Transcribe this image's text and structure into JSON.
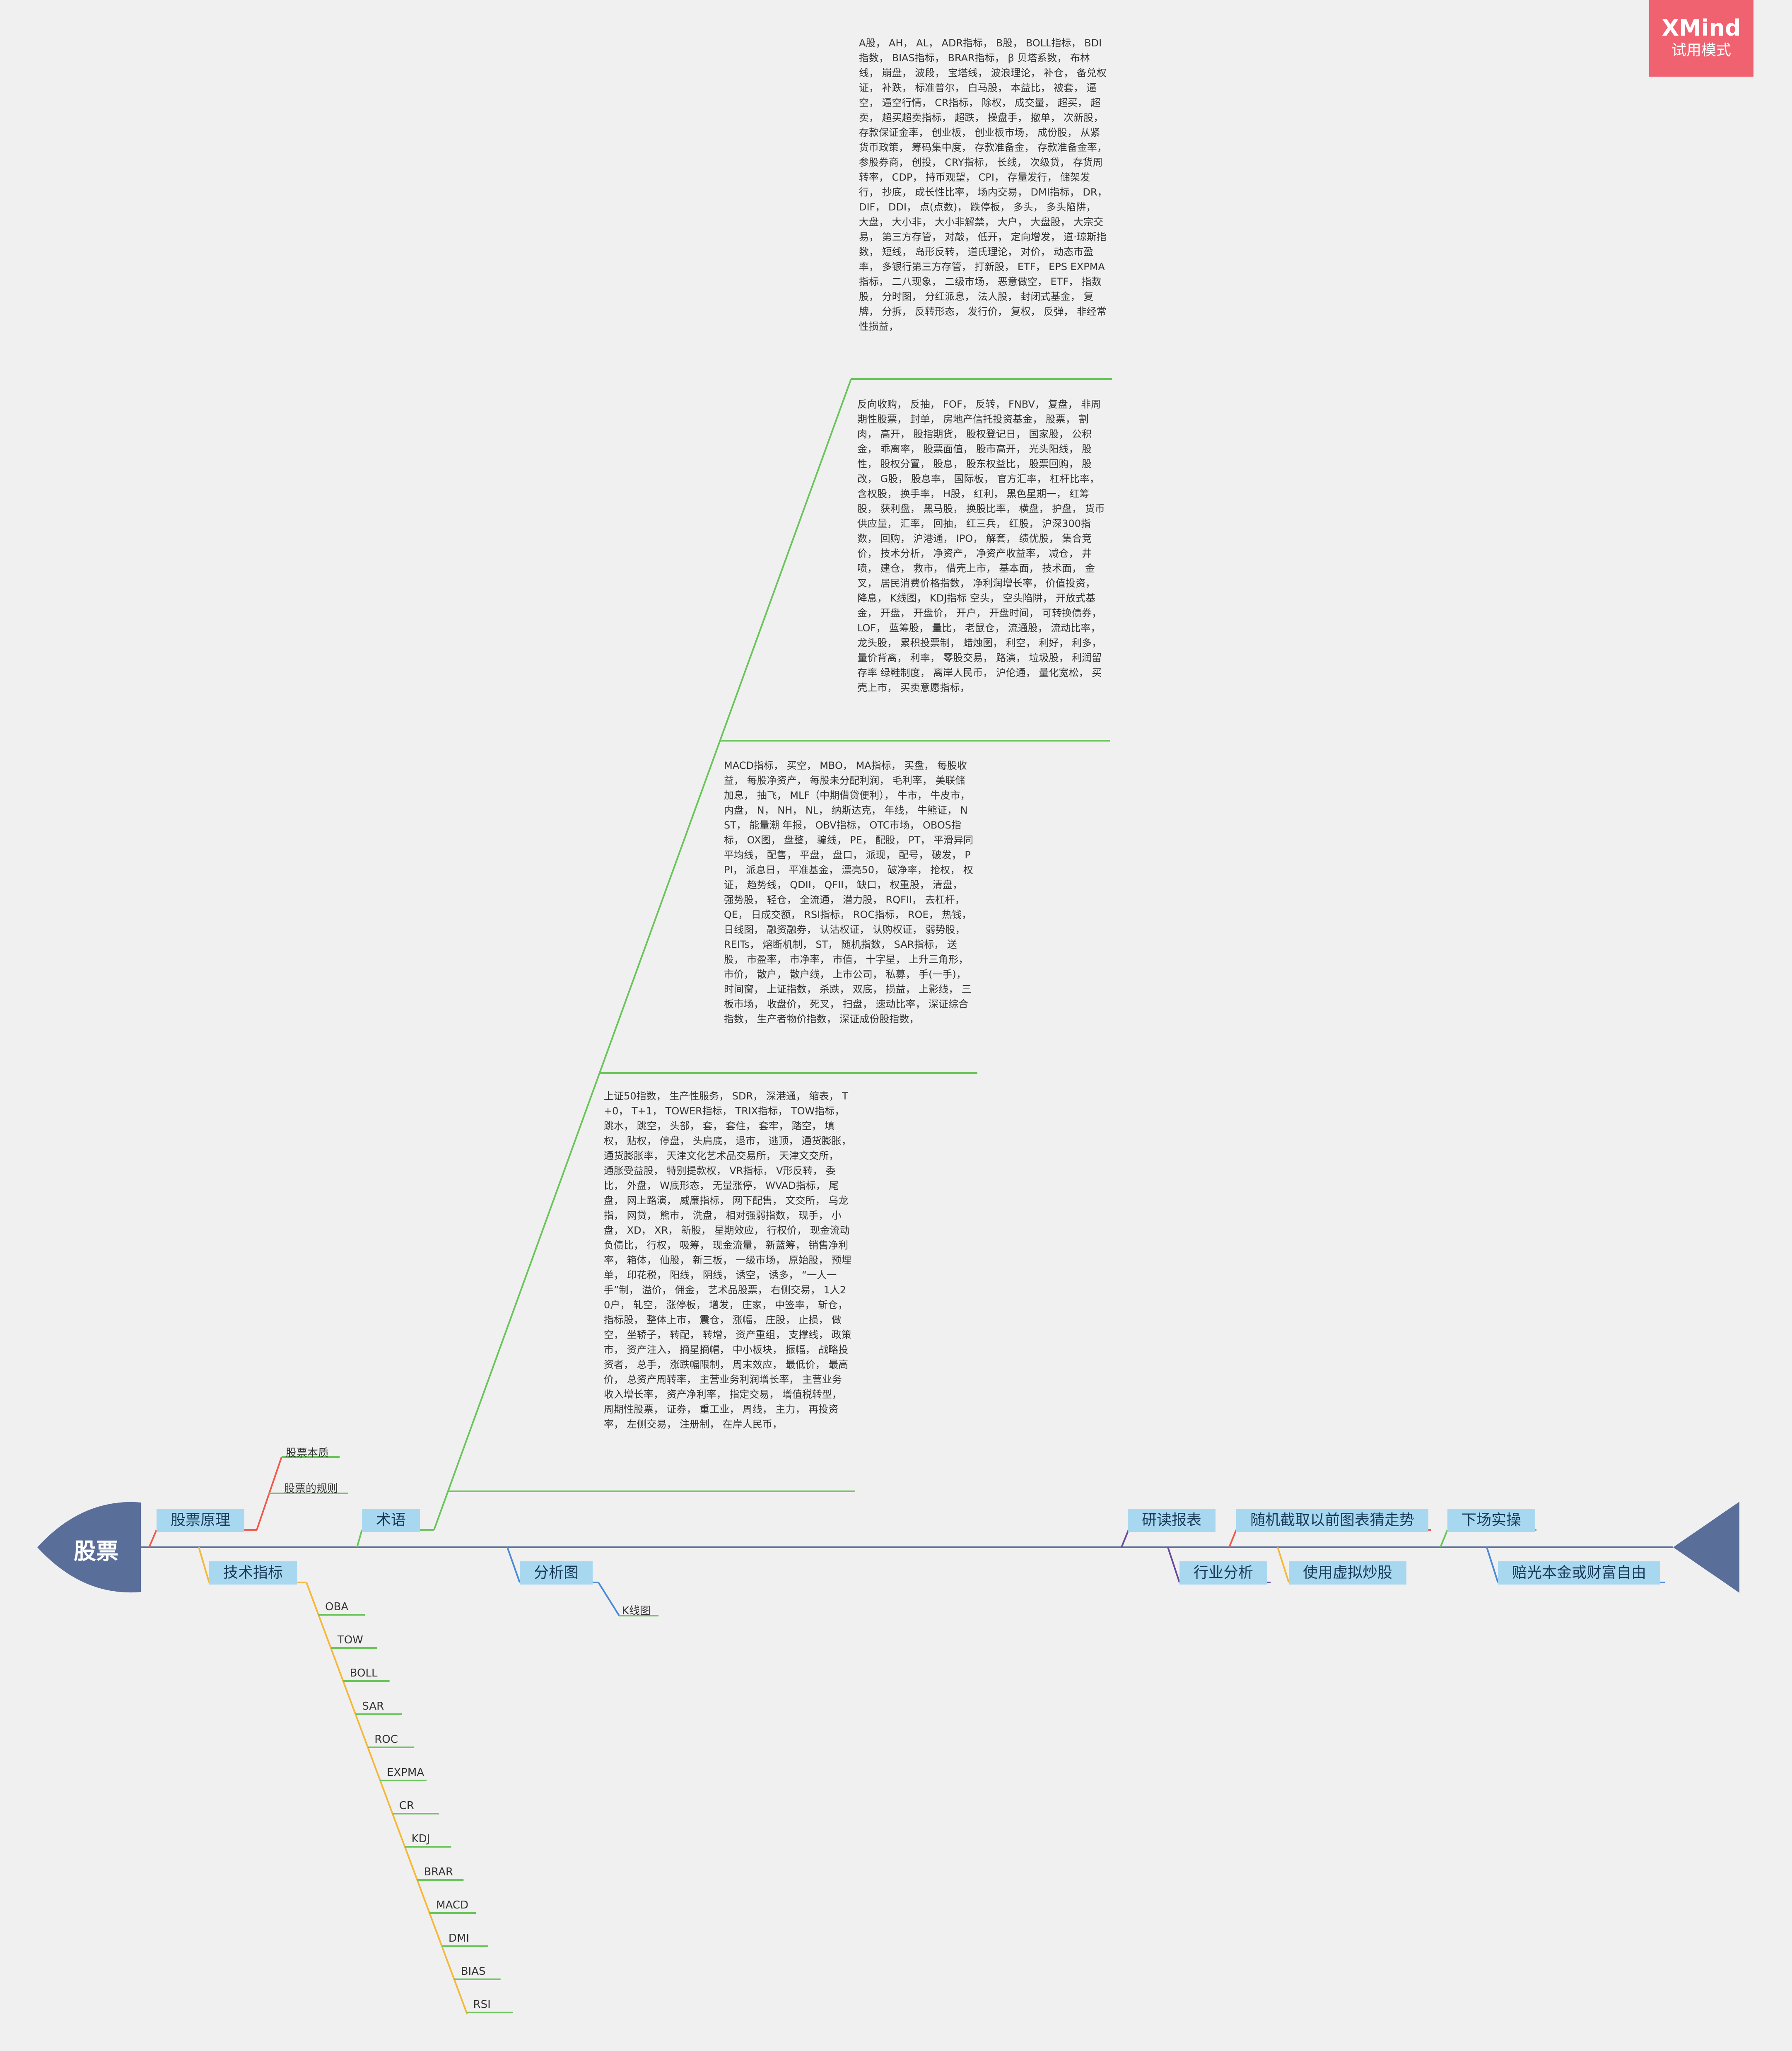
{
  "root": {
    "label": "股票"
  },
  "watermark": {
    "brand": "XMind",
    "mode": "试用模式"
  },
  "left_branches": {
    "principle": {
      "label": "股票原理",
      "children": [
        "股票本质",
        "股票的规则"
      ]
    },
    "terms": {
      "label": "术语",
      "blocks": [
        "上证50指数， 生产性服务， SDR， 深港通， 缩表， T+0， T+1， TOWER指标， TRIX指标， TOW指标， 跳水， 跳空， 头部， 套， 套住， 套牢， 踏空， 填权， 贴权， 停盘， 头肩底， 退市， 逃顶， 通货膨胀， 通货膨胀率， 天津文化艺术品交易所， 天津文交所， 通胀受益股， 特别提款权， VR指标， V形反转， 委比， 外盘， W底形态， 无量涨停， WVAD指标， 尾盘， 网上路演， 威廉指标， 网下配售， 文交所， 乌龙指， 网贷， 熊市， 洗盘， 相对强弱指数， 现手， 小盘， XD， XR， 新股， 星期效应， 行权价， 现金流动负债比， 行权， 吸筹， 现金流量， 新蓝筹， 销售净利率， 箱体， 仙股， 新三板， 一级市场， 原始股， 预埋单， 印花税， 阳线， 阴线， 诱空， 诱多， “一人一手”制， 溢价， 佣金， 艺术品股票， 右侧交易， 1人20户， 轧空， 涨停板， 增发， 庄家， 中签率， 斩仓， 指标股， 整体上市， 震仓， 涨幅， 庄股， 止损， 做空， 坐轿子， 转配， 转增， 资产重组， 支撑线， 政策市， 资产注入， 摘星摘帽， 中小板块， 振幅， 战略投资者， 总手， 涨跌幅限制， 周末效应， 最低价， 最高价， 总资产周转率， 主营业务利润增长率， 主营业务收入增长率， 资产净利率， 指定交易， 增值税转型， 周期性股票， 证券， 重工业， 周线， 主力， 再投资率， 左侧交易， 注册制， 在岸人民币，",
        "MACD指标， 买空， MBO， MA指标， 买盘， 每股收益， 每股净资产， 每股未分配利润， 毛利率， 美联储加息， 抽飞， MLF（中期借贷便利）， 牛市， 牛皮市， 内盘， N， NH， NL， 纳斯达克， 年线， 牛熊证， NST， 能量潮 年报， OBV指标， OTC市场， OBOS指标， OX图， 盘整， 骗线， PE， 配股， PT， 平滑异同平均线， 配售， 平盘， 盘口， 派现， 配号， 破发， PPI， 派息日， 平准基金， 漂亮50， 破净率， 抢权， 权证， 趋势线， QDII， QFII， 缺口， 权重股， 清盘， 强势股， 轻仓， 全流通， 潜力股， RQFII， 去杠杆， QE， 日成交额， RSI指标， ROC指标， ROE， 热钱， 日线图， 融资融券， 认沽权证， 认购权证， 弱势股， REITs， 熔断机制， ST， 随机指数， SAR指标， 送股， 市盈率， 市净率， 市值， 十字星， 上升三角形， 市价， 散户， 散户线， 上市公司， 私募， 手(一手)， 时间窗， 上证指数， 杀跌， 双底， 损益， 上影线， 三板市场， 收盘价， 死叉， 扫盘， 速动比率， 深证综合指数， 生产者物价指数， 深证成份股指数，",
        "反向收购， 反抽， FOF， 反转， FNBV， 复盘， 非周期性股票， 封单， 房地产信托投资基金， 股票， 割肉， 高开， 股指期货， 股权登记日， 国家股， 公积金， 乖离率， 股票面值， 股市高开， 光头阳线， 股性， 股权分置， 股息， 股东权益比， 股票回购， 股改， G股， 股息率， 国际板， 官方汇率， 杠杆比率， 含权股， 换手率， H股， 红利， 黑色星期一， 红筹股， 获利盘， 黑马股， 换股比率， 横盘， 护盘， 货币供应量， 汇率， 回抽， 红三兵， 红股， 沪深300指数， 回购， 沪港通， IPO， 解套， 绩优股， 集合竞价， 技术分析， 净资产， 净资产收益率， 减仓， 井喷， 建仓， 救市， 借壳上市， 基本面， 技术面， 金叉， 居民消费价格指数， 净利润增长率， 价值投资， 降息， K线图， KDJ指标 空头， 空头陷阱， 开放式基金， 开盘， 开盘价， 开户， 开盘时间， 可转换债券， LOF， 蓝筹股， 量比， 老鼠仓， 流通股， 流动比率， 龙头股， 累积投票制， 蜡烛图， 利空， 利好， 利多， 量价背离， 利率， 零股交易， 路演， 垃圾股， 利润留存率 绿鞋制度， 离岸人民币， 沪伦通， 量化宽松， 买壳上市， 买卖意愿指标，",
        "A股， AH， AL， ADR指标， B股， BOLL指标， BDI指数， BIAS指标， BRAR指标， β 贝塔系数， 布林线， 崩盘， 波段， 宝塔线， 波浪理论， 补仓， 备兑权证， 补跌， 标准普尔， 白马股， 本益比， 被套， 逼空， 逼空行情， CR指标， 除权， 成交量， 超买， 超卖， 超买超卖指标， 超跌， 操盘手， 撤单， 次新股， 存款保证金率， 创业板， 创业板市场， 成份股， 从紧货币政策， 筹码集中度， 存款准备金， 存款准备金率， 参股券商， 创投， CRY指标， 长线， 次级贷， 存货周转率， CDP， 持币观望， CPI， 存量发行， 储架发行， 抄底， 成长性比率， 场内交易， DMI指标， DR， DIF， DDI， 点(点数)， 跌停板， 多头， 多头陷阱， 大盘， 大小非， 大小非解禁， 大户， 大盘股， 大宗交易， 第三方存管， 对敲， 低开， 定向增发， 道·琼斯指数， 短线， 岛形反转， 道氏理论， 对价， 动态市盈率， 多银行第三方存管， 打新股， ETF， EPS EXPMA指标， 二八现象， 二级市场， 恶意做空， ETF， 指数股， 分时图， 分红派息， 法人股， 封闭式基金， 复牌， 分拆， 反转形态， 发行价， 复权， 反弹， 非经常性损益，"
      ]
    },
    "technical": {
      "label": "技术指标",
      "children": [
        "OBA",
        "TOW",
        "BOLL",
        "SAR",
        "ROC",
        "EXPMA",
        "CR",
        "KDJ",
        "BRAR",
        "MACD",
        "DMI",
        "BIAS",
        "RSI"
      ]
    },
    "analysis": {
      "label": "分析图",
      "children": [
        "K线图"
      ]
    }
  },
  "right_branches": {
    "top": [
      "研读报表",
      "随机截取以前图表猜走势",
      "下场实操"
    ],
    "bottom": [
      "行业分析",
      "使用虚拟炒股",
      "赔光本金或财富自由"
    ]
  },
  "colors": {
    "spine": "#5a6e9a",
    "root_fill": "#5a6e9a",
    "topic_fill": "#a8d8f0",
    "line_green": "#6ac55a",
    "line_orange": "#f5b83a",
    "line_red": "#f05a4a",
    "line_blue": "#4a8ad8",
    "line_purple": "#6a4a9a",
    "watermark": "#f06270"
  }
}
